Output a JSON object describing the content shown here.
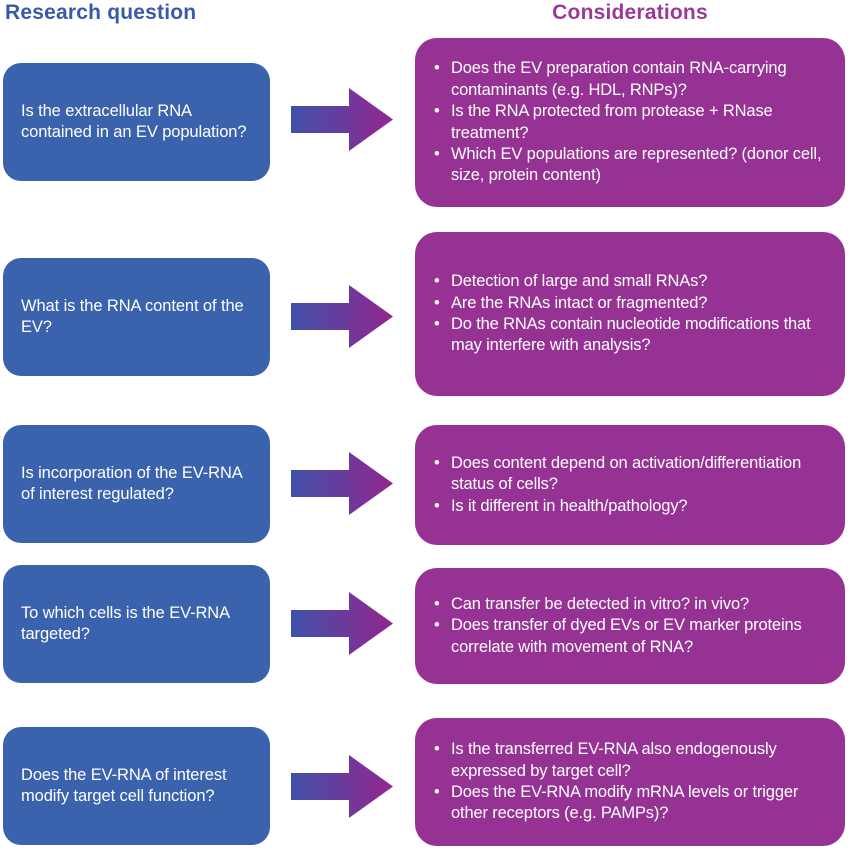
{
  "headers": {
    "left": "Research question",
    "right": "Considerations"
  },
  "colors": {
    "question_box": "#3b62ad",
    "consideration_box": "#963293",
    "header_left": "#3a5aa9",
    "header_right": "#9b3a96",
    "arrow_gradient_start": "#3f51a8",
    "arrow_gradient_end": "#94268f",
    "text": "#ffffff",
    "background": "#ffffff"
  },
  "bullet_glyph": "•",
  "rows": [
    {
      "question": "Is the extracellular RNA contained in an EV population?",
      "arrow": "right-arrow-icon",
      "considerations": [
        "Does the EV preparation contain RNA-carrying contaminants (e.g. HDL, RNPs)?",
        "Is the RNA protected from protease + RNase treatment?",
        "Which EV populations are represented? (donor cell, size, protein content)"
      ]
    },
    {
      "question": "What is the RNA content of the EV?",
      "arrow": "right-arrow-icon",
      "considerations": [
        "Detection of large and small RNAs?",
        "Are the RNAs intact or fragmented?",
        "Do the RNAs contain nucleotide modifications that may interfere with analysis?"
      ]
    },
    {
      "question": "Is incorporation of the EV-RNA of interest regulated?",
      "arrow": "right-arrow-icon",
      "considerations": [
        "Does content depend on activation/differentiation status of cells?",
        "Is it different in health/pathology?"
      ]
    },
    {
      "question": "To which cells is the EV-RNA targeted?",
      "arrow": "right-arrow-icon",
      "considerations": [
        "Can transfer be detected in vitro? in vivo?",
        "Does transfer of dyed EVs or EV marker proteins correlate with movement of RNA?"
      ]
    },
    {
      "question": "Does the EV-RNA of interest modify target cell function?",
      "arrow": "right-arrow-icon",
      "considerations": [
        "Is the transferred EV-RNA also endogenously expressed by target cell?",
        "Does the EV-RNA modify mRNA levels or trigger other receptors (e.g. PAMPs)?"
      ]
    }
  ]
}
